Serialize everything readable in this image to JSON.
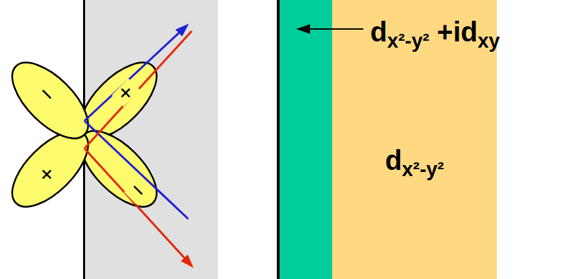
{
  "diagram": {
    "nodes": [
      {
        "text": [
          "dx²-y² +idxy"
        ]
      },
      {
        "text": [
          "dx²-y²"
        ]
      }
    ],
    "labels": [
      "−",
      "+",
      "+",
      "−"
    ]
  }
}
